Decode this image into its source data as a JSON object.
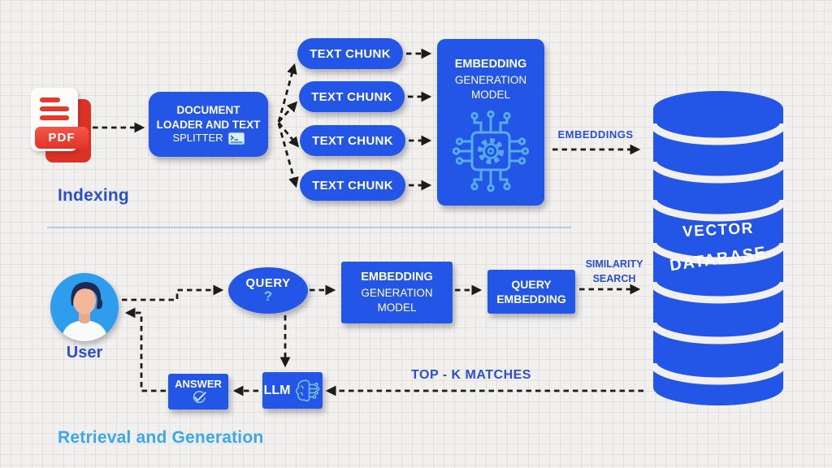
{
  "title": "RAG pipeline diagram",
  "sections": {
    "indexing_label": "Indexing",
    "retrieval_label": "Retrieval and Generation"
  },
  "nodes": {
    "pdf_label": "PDF",
    "loader_line1": "DOCUMENT",
    "loader_line2": "LOADER AND TEXT",
    "loader_line3": "SPLITTER",
    "chunks": [
      "TEXT CHUNK",
      "TEXT CHUNK",
      "TEXT CHUNK",
      "TEXT CHUNK"
    ],
    "embed_model_top": {
      "line1": "EMBEDDING",
      "line2": "GENERATION",
      "line3": "MODEL"
    },
    "vector_db": {
      "line1": "VECTOR",
      "line2": "DATABASE"
    },
    "user_label": "User",
    "query_label": "QUERY",
    "query_mark": "?",
    "embed_model_bottom": {
      "line1": "EMBEDDING",
      "line2": "GENERATION",
      "line3": "MODEL"
    },
    "query_embedding": {
      "line1": "QUERY",
      "line2": "EMBEDDING"
    },
    "llm_label": "LLM",
    "answer_label": "ANSWER"
  },
  "edge_labels": {
    "embeddings": "EMBEDDINGS",
    "similarity_line1": "SIMILARITY",
    "similarity_line2": "SEARCH",
    "top_k": "TOP - K MATCHES"
  },
  "icons": {
    "pdf_file": "pdf-file-icon",
    "text_splitter": "terminal-window-icon",
    "chip": "ai-chip-gear-icon",
    "database": "database-cylinder-icon",
    "user": "person-avatar-icon",
    "brain": "brain-circuit-icon",
    "check": "checkmark-icon"
  },
  "colors": {
    "primary_blue": "#2355e6",
    "section_label_blue": "#2a4fd7",
    "retrieval_label_blue": "#3aa7ee",
    "icon_light_blue": "#55acee",
    "pdf_red": "#e8382b",
    "arrow_dark": "#1c1c1c",
    "background": "#f1f0ee"
  }
}
